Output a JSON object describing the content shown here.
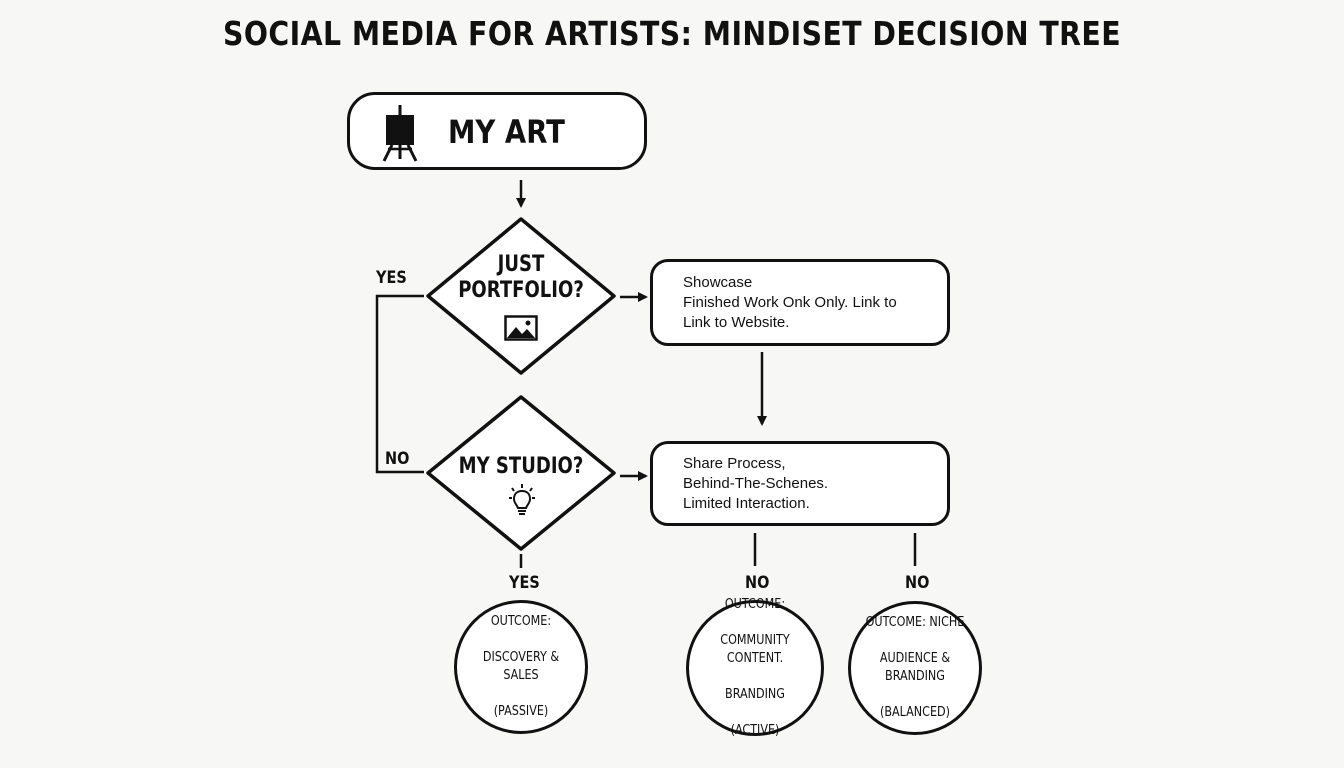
{
  "title": "SOCIAL MEDIA FOR ARTISTS: MINDISET DECISION TREE",
  "start_node": {
    "label": "MY ART",
    "icon": "easel-icon"
  },
  "decision_portfolio": {
    "label_line1": "JUST",
    "label_line2": "PORTFOLIO?",
    "icon": "image-icon"
  },
  "decision_studio": {
    "label": "MY STUDIO?",
    "icon": "lightbulb-icon"
  },
  "box_showcase": {
    "line1": "Showcase",
    "line2": "Finished Work Onk Only. Link to",
    "line3": "Link to Website."
  },
  "box_process": {
    "line1": "Share Process,",
    "line2": "Behind-The-Schenes.",
    "line3": "Limited Interaction."
  },
  "edge_labels": {
    "yes_left": "YES",
    "no_left": "NO",
    "yes_bottom": "YES",
    "no_middle": "NO",
    "no_right": "NO"
  },
  "outcomes": [
    {
      "line1": "OUTCOME:",
      "line2": "DISCOVERY & SALES",
      "line3": "(PASSIVE)",
      "line4": ""
    },
    {
      "line1": "OUTCOME:",
      "line2": "COMMUNITY CONTENT.",
      "line3": "BRANDING",
      "line4": "(ACTIVE)"
    },
    {
      "line1": "OUTCOME: NICHE",
      "line2": "AUDIENCE & BRANDING",
      "line3": "(BALANCED)",
      "line4": ""
    }
  ]
}
